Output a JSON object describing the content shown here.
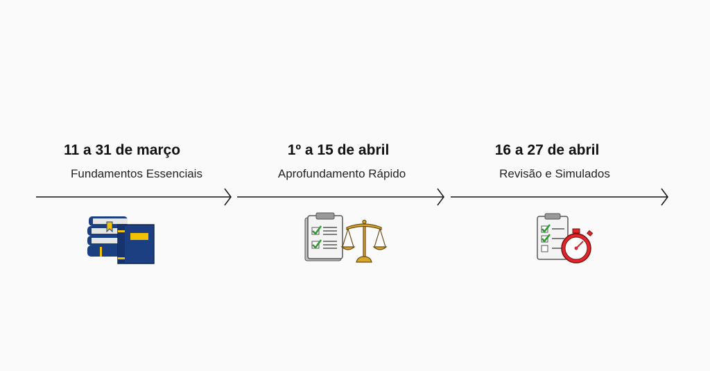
{
  "phases": [
    {
      "date": "11 a 31 de março",
      "title": "Fundamentos Essenciais",
      "icon": "books-icon"
    },
    {
      "date": "1º a 15 de abril",
      "title": "Aprofundamento Rápido",
      "icon": "checklist-scales-icon"
    },
    {
      "date": "16 a 27 de abril",
      "title": "Revisão e Simulados",
      "icon": "checklist-stopwatch-icon"
    }
  ],
  "colors": {
    "navy": "#1c3f82",
    "yellow": "#f2c200",
    "gold": "#d9a52b",
    "green": "#2c9a2c",
    "red": "#e0262b"
  }
}
